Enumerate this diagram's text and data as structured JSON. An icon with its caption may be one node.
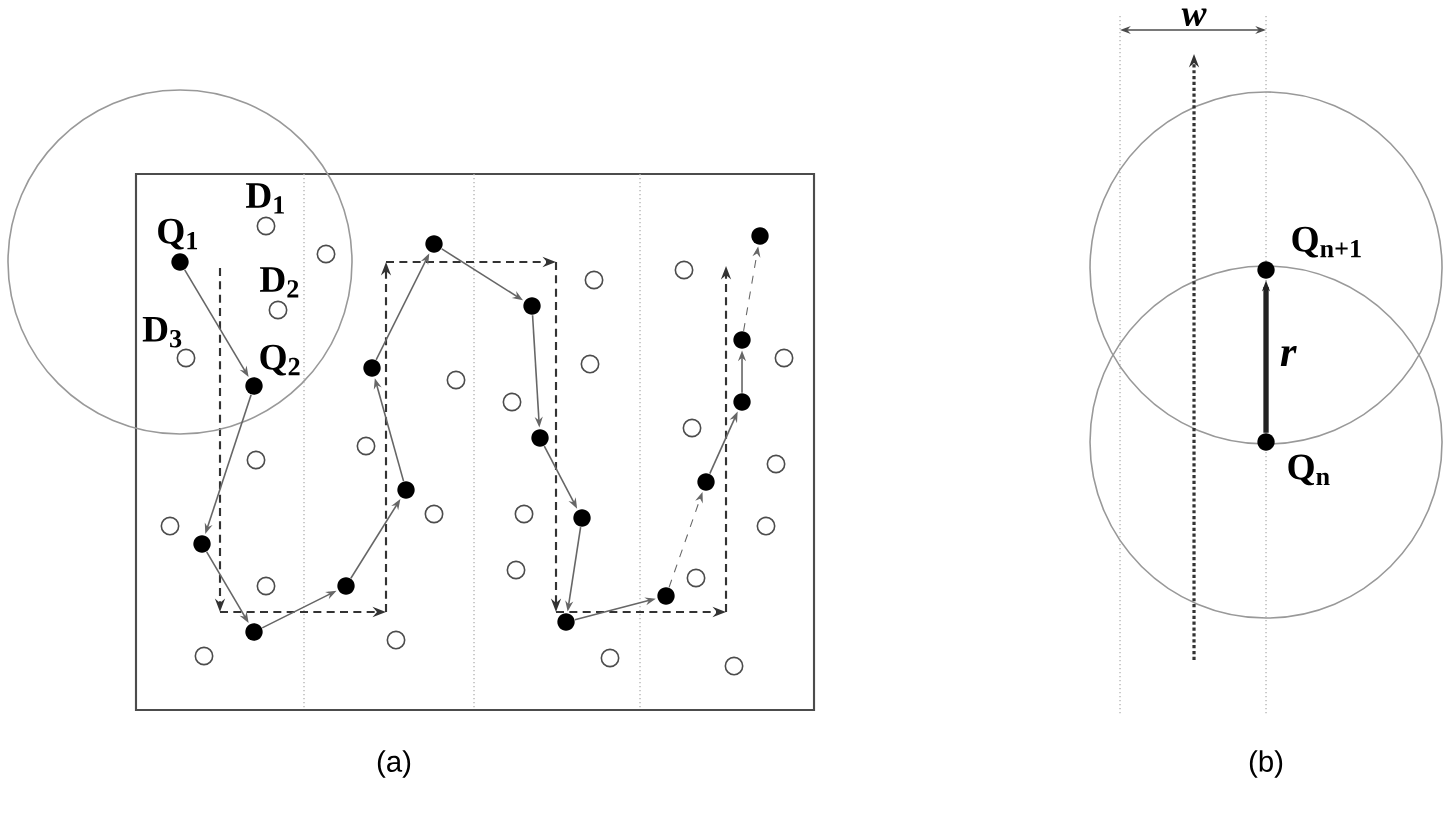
{
  "diagram": {
    "nodes": [
      {
        "text": [
          "Q$_{1}$"
        ]
      },
      {
        "text": [
          "D$_{1}$"
        ]
      },
      {
        "text": [
          "D$_{2}$"
        ]
      },
      {
        "text": [
          "D$_{3}$"
        ]
      },
      {
        "text": [
          "Q$_{2}$"
        ]
      },
      {
        "text": [],
        "shape": "circle"
      },
      {
        "text": [],
        "shape": "circle"
      },
      {
        "text": [],
        "shape": "circle"
      },
      {
        "text": [],
        "shape": "circle"
      },
      {
        "text": [],
        "shape": "circle"
      },
      {
        "text": [],
        "shape": "circle"
      },
      {
        "text": [],
        "shape": "circle"
      },
      {
        "text": [],
        "shape": "circle"
      },
      {
        "text": [],
        "shape": "circle"
      },
      {
        "text": [],
        "shape": "circle"
      },
      {
        "text": [],
        "shape": "circle"
      },
      {
        "text": [],
        "shape": "circle"
      },
      {
        "text": [],
        "shape": "circle"
      },
      {
        "text": [],
        "shape": "circle"
      },
      {
        "text": [],
        "shape": "circle"
      },
      {
        "text": [],
        "shape": "circle"
      },
      {
        "text": [],
        "shape": "circle"
      },
      {
        "text": [],
        "shape": "circle"
      },
      {
        "text": [],
        "shape": "circle"
      },
      {
        "text": [],
        "shape": "circle"
      },
      {
        "text": [],
        "shape": "circle"
      },
      {
        "text": [],
        "shape": "circle"
      },
      {
        "text": [],
        "shape": "circle"
      },
      {
        "text": [],
        "shape": "circle"
      },
      {
        "text": [],
        "shape": "circle"
      },
      {
        "text": [],
        "shape": "circle"
      },
      {
        "text": [],
        "shape": "circle"
      },
      {
        "text": [],
        "shape": "circle"
      },
      {
        "text": [],
        "shape": "circle"
      },
      {
        "text": [],
        "shape": "circle"
      },
      {
        "text": [],
        "shape": "circle"
      },
      {
        "text": [],
        "shape": "circle"
      },
      {
        "text": [],
        "shape": "circle"
      },
      {
        "text": [],
        "shape": "circle"
      },
      {
        "text": [],
        "shape": "circle"
      },
      {
        "text": [],
        "shape": "circle"
      },
      {
        "text": [],
        "shape": "circle"
      },
      {
        "text": [
          "Q$_{n+1}$"
        ]
      },
      {
        "text": [
          "Q$_{n}$"
        ]
      }
    ],
    "edges": [
      {
        "from": 0,
        "to": 4,
        "arrow": "to"
      },
      {
        "from": 4,
        "to": 6,
        "arrow": "to"
      },
      {
        "from": 6,
        "to": 8,
        "arrow": "to"
      },
      {
        "from": 8,
        "to": 12,
        "arrow": "to"
      },
      {
        "from": 12,
        "to": 16,
        "arrow": "to"
      },
      {
        "from": 16,
        "to": 14,
        "arrow": "to"
      },
      {
        "from": 14,
        "to": 17,
        "arrow": "to"
      },
      {
        "from": 17,
        "to": 23,
        "arrow": "to"
      },
      {
        "from": 23,
        "to": 24,
        "arrow": "to"
      },
      {
        "from": 24,
        "to": 26,
        "arrow": "to"
      },
      {
        "from": 26,
        "to": 25,
        "arrow": "to"
      },
      {
        "from": 25,
        "to": 30,
        "arrow": "to"
      },
      {
        "from": 30,
        "to": 34,
        "arrow": "to",
        "style": "dashed"
      },
      {
        "from": 34,
        "to": 37,
        "arrow": "to"
      },
      {
        "from": 37,
        "to": 36,
        "arrow": "to"
      },
      {
        "from": 36,
        "to": 38,
        "arrow": "to",
        "style": "dashed"
      },
      {
        "from": 43,
        "to": 42,
        "arrow": "to",
        "label": "r",
        "style": "thick",
        "color": "#222222"
      }
    ],
    "labels": [
      "(a)",
      "w",
      "(b)"
    ]
  }
}
